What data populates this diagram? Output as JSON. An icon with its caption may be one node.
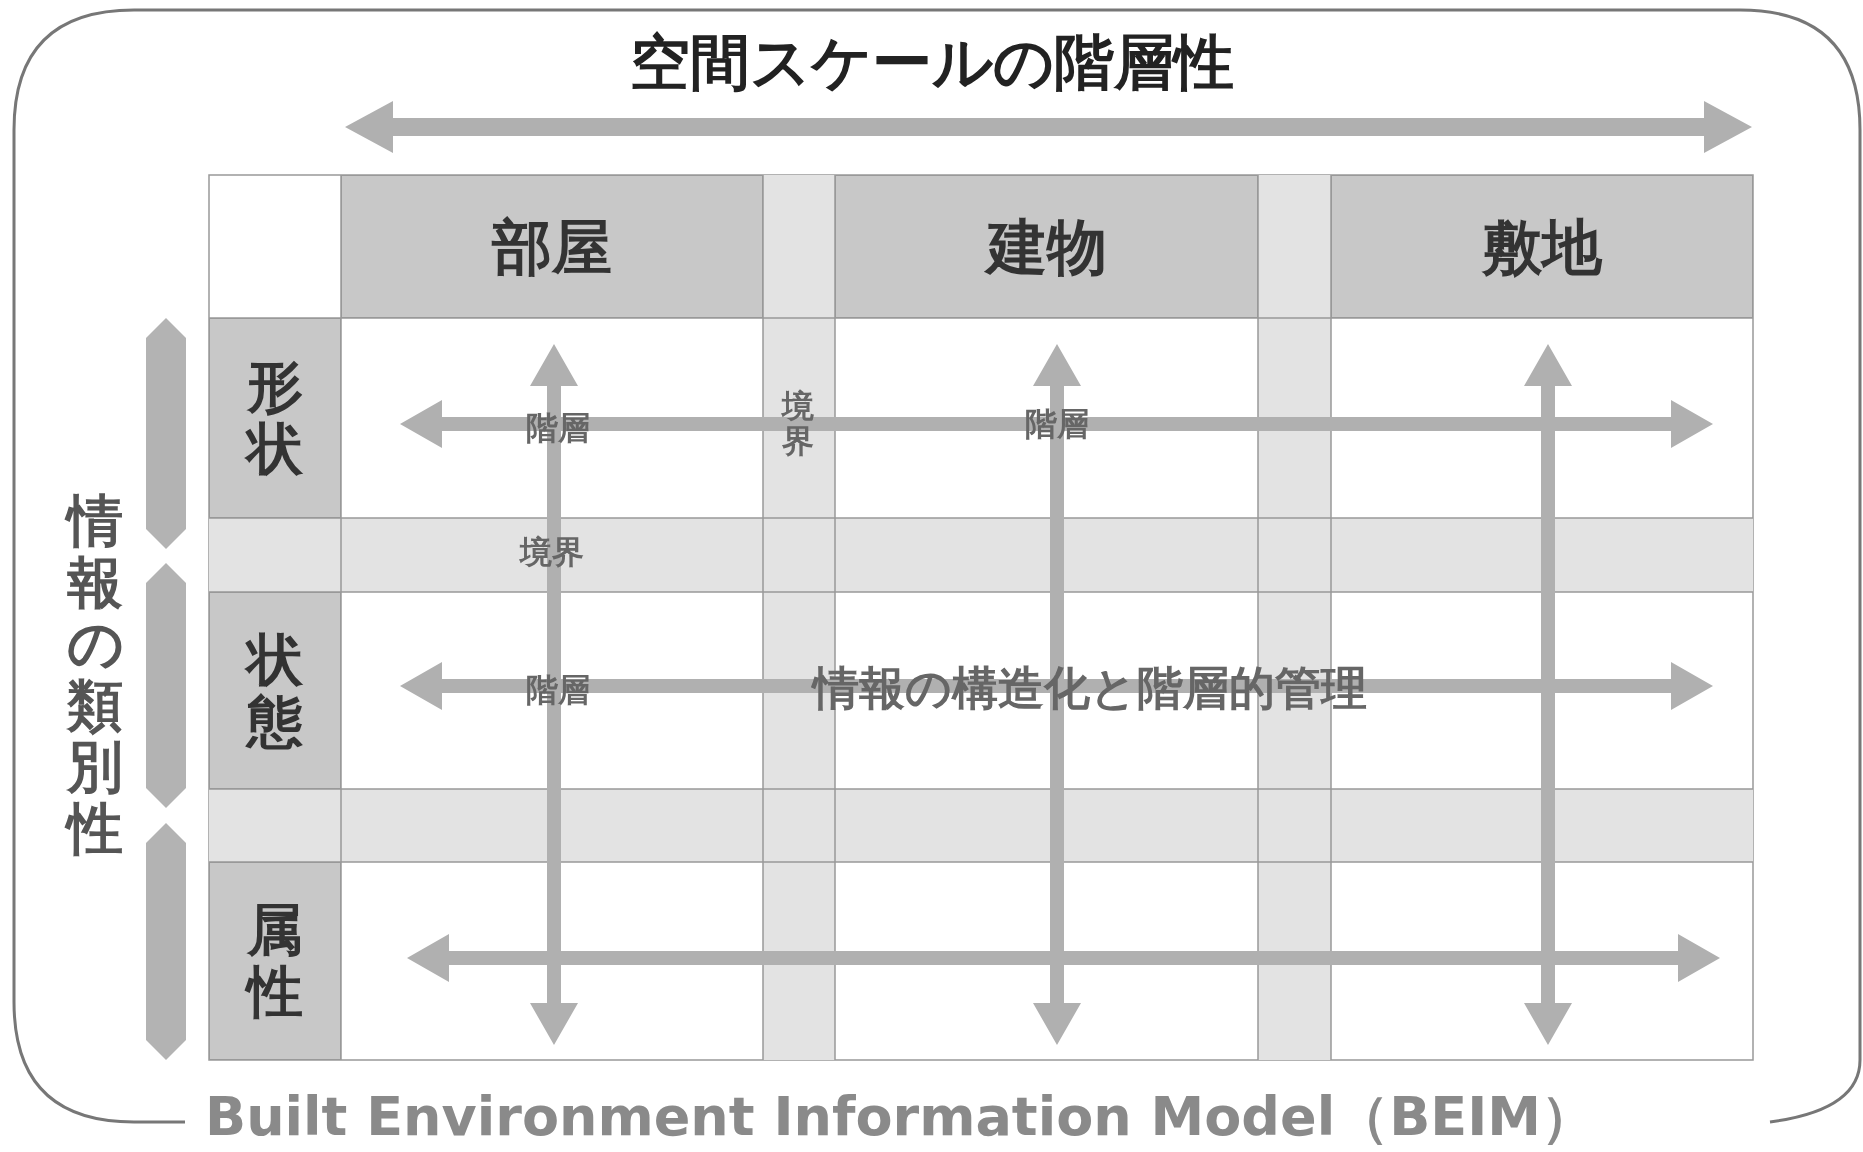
{
  "diagram": {
    "title": "空間スケールの階層性",
    "caption": "Built Environment Information Model（BEIM）",
    "nodes": [
      {
        "text": [
          "部屋"
        ]
      },
      {
        "text": [
          "建物"
        ]
      },
      {
        "text": [
          "敷地"
        ]
      },
      {
        "text": [
          "形状"
        ]
      },
      {
        "text": [
          "状態"
        ]
      },
      {
        "text": [
          "属性"
        ]
      },
      {
        "text": [],
        "shape": "bar"
      },
      {
        "text": [],
        "shape": "bar"
      },
      {
        "text": [],
        "shape": "bar"
      }
    ],
    "labels": [
      "情報の類別性",
      "階層",
      "境界",
      "階層",
      "境界",
      "階層",
      "情報の構造化と階層的管理"
    ]
  }
}
